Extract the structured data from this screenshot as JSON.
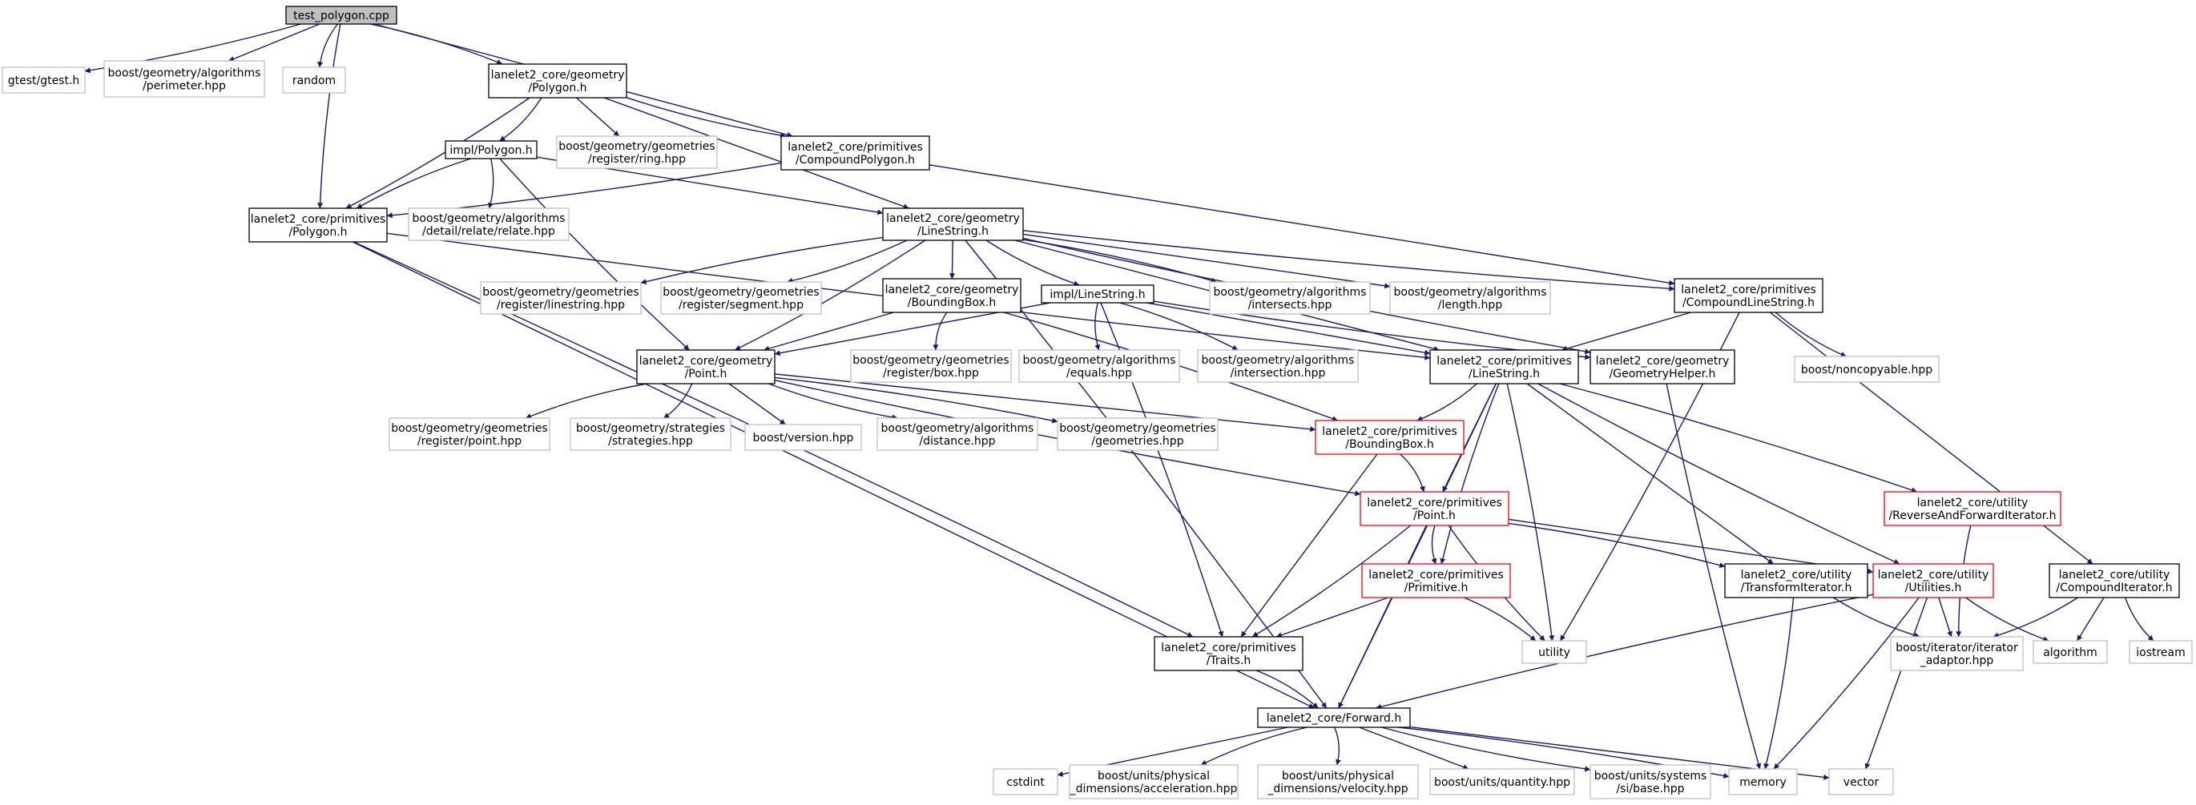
{
  "diagram": {
    "nodes": [
      {
        "id": "root",
        "lines": [
          "test_polygon.cpp"
        ],
        "style": "root"
      },
      {
        "id": "gtest",
        "lines": [
          "gtest/gtest.h"
        ],
        "style": "ext"
      },
      {
        "id": "perimeter",
        "lines": [
          "boost/geometry/algorithms",
          "/perimeter.hpp"
        ],
        "style": "ext"
      },
      {
        "id": "random",
        "lines": [
          "random"
        ],
        "style": "ext"
      },
      {
        "id": "geomPolygon",
        "lines": [
          "lanelet2_core/geometry",
          "/Polygon.h"
        ],
        "style": "doc"
      },
      {
        "id": "implPolygon",
        "lines": [
          "impl/Polygon.h"
        ],
        "style": "doc"
      },
      {
        "id": "registerRing",
        "lines": [
          "boost/geometry/geometries",
          "/register/ring.hpp"
        ],
        "style": "ext"
      },
      {
        "id": "compoundPolygon",
        "lines": [
          "lanelet2_core/primitives",
          "/CompoundPolygon.h"
        ],
        "style": "doc"
      },
      {
        "id": "primPolygon",
        "lines": [
          "lanelet2_core/primitives",
          "/Polygon.h"
        ],
        "style": "doc"
      },
      {
        "id": "relate",
        "lines": [
          "boost/geometry/algorithms",
          "/detail/relate/relate.hpp"
        ],
        "style": "ext"
      },
      {
        "id": "geomLineString",
        "lines": [
          "lanelet2_core/geometry",
          "/LineString.h"
        ],
        "style": "doc"
      },
      {
        "id": "registerLinestring",
        "lines": [
          "boost/geometry/geometries",
          "/register/linestring.hpp"
        ],
        "style": "ext"
      },
      {
        "id": "registerSegment",
        "lines": [
          "boost/geometry/geometries",
          "/register/segment.hpp"
        ],
        "style": "ext"
      },
      {
        "id": "geomBoundingBox",
        "lines": [
          "lanelet2_core/geometry",
          "/BoundingBox.h"
        ],
        "style": "doc"
      },
      {
        "id": "implLineString",
        "lines": [
          "impl/LineString.h"
        ],
        "style": "doc"
      },
      {
        "id": "intersects",
        "lines": [
          "boost/geometry/algorithms",
          "/intersects.hpp"
        ],
        "style": "ext"
      },
      {
        "id": "length",
        "lines": [
          "boost/geometry/algorithms",
          "/length.hpp"
        ],
        "style": "ext"
      },
      {
        "id": "compoundLineString",
        "lines": [
          "lanelet2_core/primitives",
          "/CompoundLineString.h"
        ],
        "style": "doc"
      },
      {
        "id": "geomPoint",
        "lines": [
          "lanelet2_core/geometry",
          "/Point.h"
        ],
        "style": "doc"
      },
      {
        "id": "registerBox",
        "lines": [
          "boost/geometry/geometries",
          "/register/box.hpp"
        ],
        "style": "ext"
      },
      {
        "id": "equals",
        "lines": [
          "boost/geometry/algorithms",
          "/equals.hpp"
        ],
        "style": "ext"
      },
      {
        "id": "intersection",
        "lines": [
          "boost/geometry/algorithms",
          "/intersection.hpp"
        ],
        "style": "ext"
      },
      {
        "id": "primLineString",
        "lines": [
          "lanelet2_core/primitives",
          "/LineString.h"
        ],
        "style": "doc"
      },
      {
        "id": "geometryHelper",
        "lines": [
          "lanelet2_core/geometry",
          "/GeometryHelper.h"
        ],
        "style": "doc"
      },
      {
        "id": "noncopyable",
        "lines": [
          "boost/noncopyable.hpp"
        ],
        "style": "ext"
      },
      {
        "id": "registerPoint",
        "lines": [
          "boost/geometry/geometries",
          "/register/point.hpp"
        ],
        "style": "ext"
      },
      {
        "id": "strategies",
        "lines": [
          "boost/geometry/strategies",
          "/strategies.hpp"
        ],
        "style": "ext"
      },
      {
        "id": "version",
        "lines": [
          "boost/version.hpp"
        ],
        "style": "ext"
      },
      {
        "id": "distance",
        "lines": [
          "boost/geometry/algorithms",
          "/distance.hpp"
        ],
        "style": "ext"
      },
      {
        "id": "geometries",
        "lines": [
          "boost/geometry/geometries",
          "/geometries.hpp"
        ],
        "style": "ext"
      },
      {
        "id": "primBoundingBox",
        "lines": [
          "lanelet2_core/primitives",
          "/BoundingBox.h"
        ],
        "style": "trunc"
      },
      {
        "id": "primPoint",
        "lines": [
          "lanelet2_core/primitives",
          "/Point.h"
        ],
        "style": "trunc"
      },
      {
        "id": "reverseForward",
        "lines": [
          "lanelet2_core/utility",
          "/ReverseAndForwardIterator.h"
        ],
        "style": "trunc"
      },
      {
        "id": "primPrimitive",
        "lines": [
          "lanelet2_core/primitives",
          "/Primitive.h"
        ],
        "style": "trunc"
      },
      {
        "id": "transformIterator",
        "lines": [
          "lanelet2_core/utility",
          "/TransformIterator.h"
        ],
        "style": "doc"
      },
      {
        "id": "utilities",
        "lines": [
          "lanelet2_core/utility",
          "/Utilities.h"
        ],
        "style": "trunc"
      },
      {
        "id": "compoundIterator",
        "lines": [
          "lanelet2_core/utility",
          "/CompoundIterator.h"
        ],
        "style": "doc"
      },
      {
        "id": "utility",
        "lines": [
          "utility"
        ],
        "style": "ext"
      },
      {
        "id": "iteratorAdaptor",
        "lines": [
          "boost/iterator/iterator",
          "_adaptor.hpp"
        ],
        "style": "ext"
      },
      {
        "id": "algorithm",
        "lines": [
          "algorithm"
        ],
        "style": "ext"
      },
      {
        "id": "iostream",
        "lines": [
          "iostream"
        ],
        "style": "ext"
      },
      {
        "id": "traits",
        "lines": [
          "lanelet2_core/primitives",
          "/Traits.h"
        ],
        "style": "doc"
      },
      {
        "id": "forward",
        "lines": [
          "lanelet2_core/Forward.h"
        ],
        "style": "doc"
      },
      {
        "id": "cstdint",
        "lines": [
          "cstdint"
        ],
        "style": "ext"
      },
      {
        "id": "acceleration",
        "lines": [
          "boost/units/physical",
          "_dimensions/acceleration.hpp"
        ],
        "style": "ext"
      },
      {
        "id": "velocity",
        "lines": [
          "boost/units/physical",
          "_dimensions/velocity.hpp"
        ],
        "style": "ext"
      },
      {
        "id": "quantity",
        "lines": [
          "boost/units/quantity.hpp"
        ],
        "style": "ext"
      },
      {
        "id": "siBase",
        "lines": [
          "boost/units/systems",
          "/si/base.hpp"
        ],
        "style": "ext"
      },
      {
        "id": "memory",
        "lines": [
          "memory"
        ],
        "style": "ext"
      },
      {
        "id": "vector",
        "lines": [
          "vector"
        ],
        "style": "ext"
      }
    ],
    "edges": [
      [
        "root",
        "gtest"
      ],
      [
        "root",
        "perimeter"
      ],
      [
        "root",
        "random"
      ],
      [
        "root",
        "geomPolygon"
      ],
      [
        "root",
        "compoundPolygon"
      ],
      [
        "root",
        "primPolygon"
      ],
      [
        "geomPolygon",
        "implPolygon"
      ],
      [
        "geomPolygon",
        "registerRing"
      ],
      [
        "geomPolygon",
        "compoundPolygon"
      ],
      [
        "geomPolygon",
        "primPolygon"
      ],
      [
        "geomPolygon",
        "geomLineString"
      ],
      [
        "implPolygon",
        "primPolygon"
      ],
      [
        "implPolygon",
        "relate"
      ],
      [
        "implPolygon",
        "geomLineString"
      ],
      [
        "implPolygon",
        "geomPoint"
      ],
      [
        "compoundPolygon",
        "primPolygon"
      ],
      [
        "compoundPolygon",
        "compoundLineString"
      ],
      [
        "primPolygon",
        "primLineString"
      ],
      [
        "primPolygon",
        "traits"
      ],
      [
        "primPolygon",
        "forward"
      ],
      [
        "geomLineString",
        "registerLinestring"
      ],
      [
        "geomLineString",
        "registerSegment"
      ],
      [
        "geomLineString",
        "geomBoundingBox"
      ],
      [
        "geomLineString",
        "implLineString"
      ],
      [
        "geomLineString",
        "intersects"
      ],
      [
        "geomLineString",
        "length"
      ],
      [
        "geomLineString",
        "compoundLineString"
      ],
      [
        "geomLineString",
        "geomPoint"
      ],
      [
        "geomLineString",
        "primLineString"
      ],
      [
        "geomLineString",
        "geometryHelper"
      ],
      [
        "geomLineString",
        "forward"
      ],
      [
        "geomBoundingBox",
        "geomPoint"
      ],
      [
        "geomBoundingBox",
        "registerBox"
      ],
      [
        "geomBoundingBox",
        "primBoundingBox"
      ],
      [
        "implLineString",
        "geomPoint"
      ],
      [
        "implLineString",
        "equals"
      ],
      [
        "implLineString",
        "intersection"
      ],
      [
        "implLineString",
        "primLineString"
      ],
      [
        "implLineString",
        "geometryHelper"
      ],
      [
        "implLineString",
        "traits"
      ],
      [
        "compoundLineString",
        "primLineString"
      ],
      [
        "compoundLineString",
        "noncopyable"
      ],
      [
        "compoundLineString",
        "utility"
      ],
      [
        "compoundLineString",
        "compoundIterator"
      ],
      [
        "geomPoint",
        "registerPoint"
      ],
      [
        "geomPoint",
        "strategies"
      ],
      [
        "geomPoint",
        "version"
      ],
      [
        "geomPoint",
        "distance"
      ],
      [
        "geomPoint",
        "geometries"
      ],
      [
        "geomPoint",
        "primBoundingBox"
      ],
      [
        "geomPoint",
        "primPoint"
      ],
      [
        "primLineString",
        "primBoundingBox"
      ],
      [
        "primLineString",
        "primPoint"
      ],
      [
        "primLineString",
        "primPrimitive"
      ],
      [
        "primLineString",
        "reverseForward"
      ],
      [
        "primLineString",
        "transformIterator"
      ],
      [
        "primLineString",
        "utilities"
      ],
      [
        "primLineString",
        "utility"
      ],
      [
        "primLineString",
        "forward"
      ],
      [
        "geometryHelper",
        "memory"
      ],
      [
        "primBoundingBox",
        "primPoint"
      ],
      [
        "primBoundingBox",
        "traits"
      ],
      [
        "primPoint",
        "primPrimitive"
      ],
      [
        "primPoint",
        "transformIterator"
      ],
      [
        "primPoint",
        "utilities"
      ],
      [
        "primPoint",
        "utility"
      ],
      [
        "primPoint",
        "traits"
      ],
      [
        "primPoint",
        "forward"
      ],
      [
        "reverseForward",
        "iteratorAdaptor"
      ],
      [
        "primPrimitive",
        "utility"
      ],
      [
        "primPrimitive",
        "traits"
      ],
      [
        "transformIterator",
        "iteratorAdaptor"
      ],
      [
        "transformIterator",
        "memory"
      ],
      [
        "utilities",
        "iteratorAdaptor"
      ],
      [
        "utilities",
        "algorithm"
      ],
      [
        "utilities",
        "memory"
      ],
      [
        "utilities",
        "vector"
      ],
      [
        "utilities",
        "forward"
      ],
      [
        "compoundIterator",
        "iteratorAdaptor"
      ],
      [
        "compoundIterator",
        "algorithm"
      ],
      [
        "compoundIterator",
        "iostream"
      ],
      [
        "traits",
        "forward"
      ],
      [
        "forward",
        "cstdint"
      ],
      [
        "forward",
        "acceleration"
      ],
      [
        "forward",
        "velocity"
      ],
      [
        "forward",
        "quantity"
      ],
      [
        "forward",
        "siBase"
      ],
      [
        "forward",
        "memory"
      ],
      [
        "forward",
        "vector"
      ]
    ],
    "colors": {
      "edge": "#191970",
      "doc_border": "#000000",
      "ext_border": "#bfbfbf",
      "trunc_border": "#ff0000",
      "root_fill": "#bfbfbf",
      "text": "#000000"
    }
  }
}
